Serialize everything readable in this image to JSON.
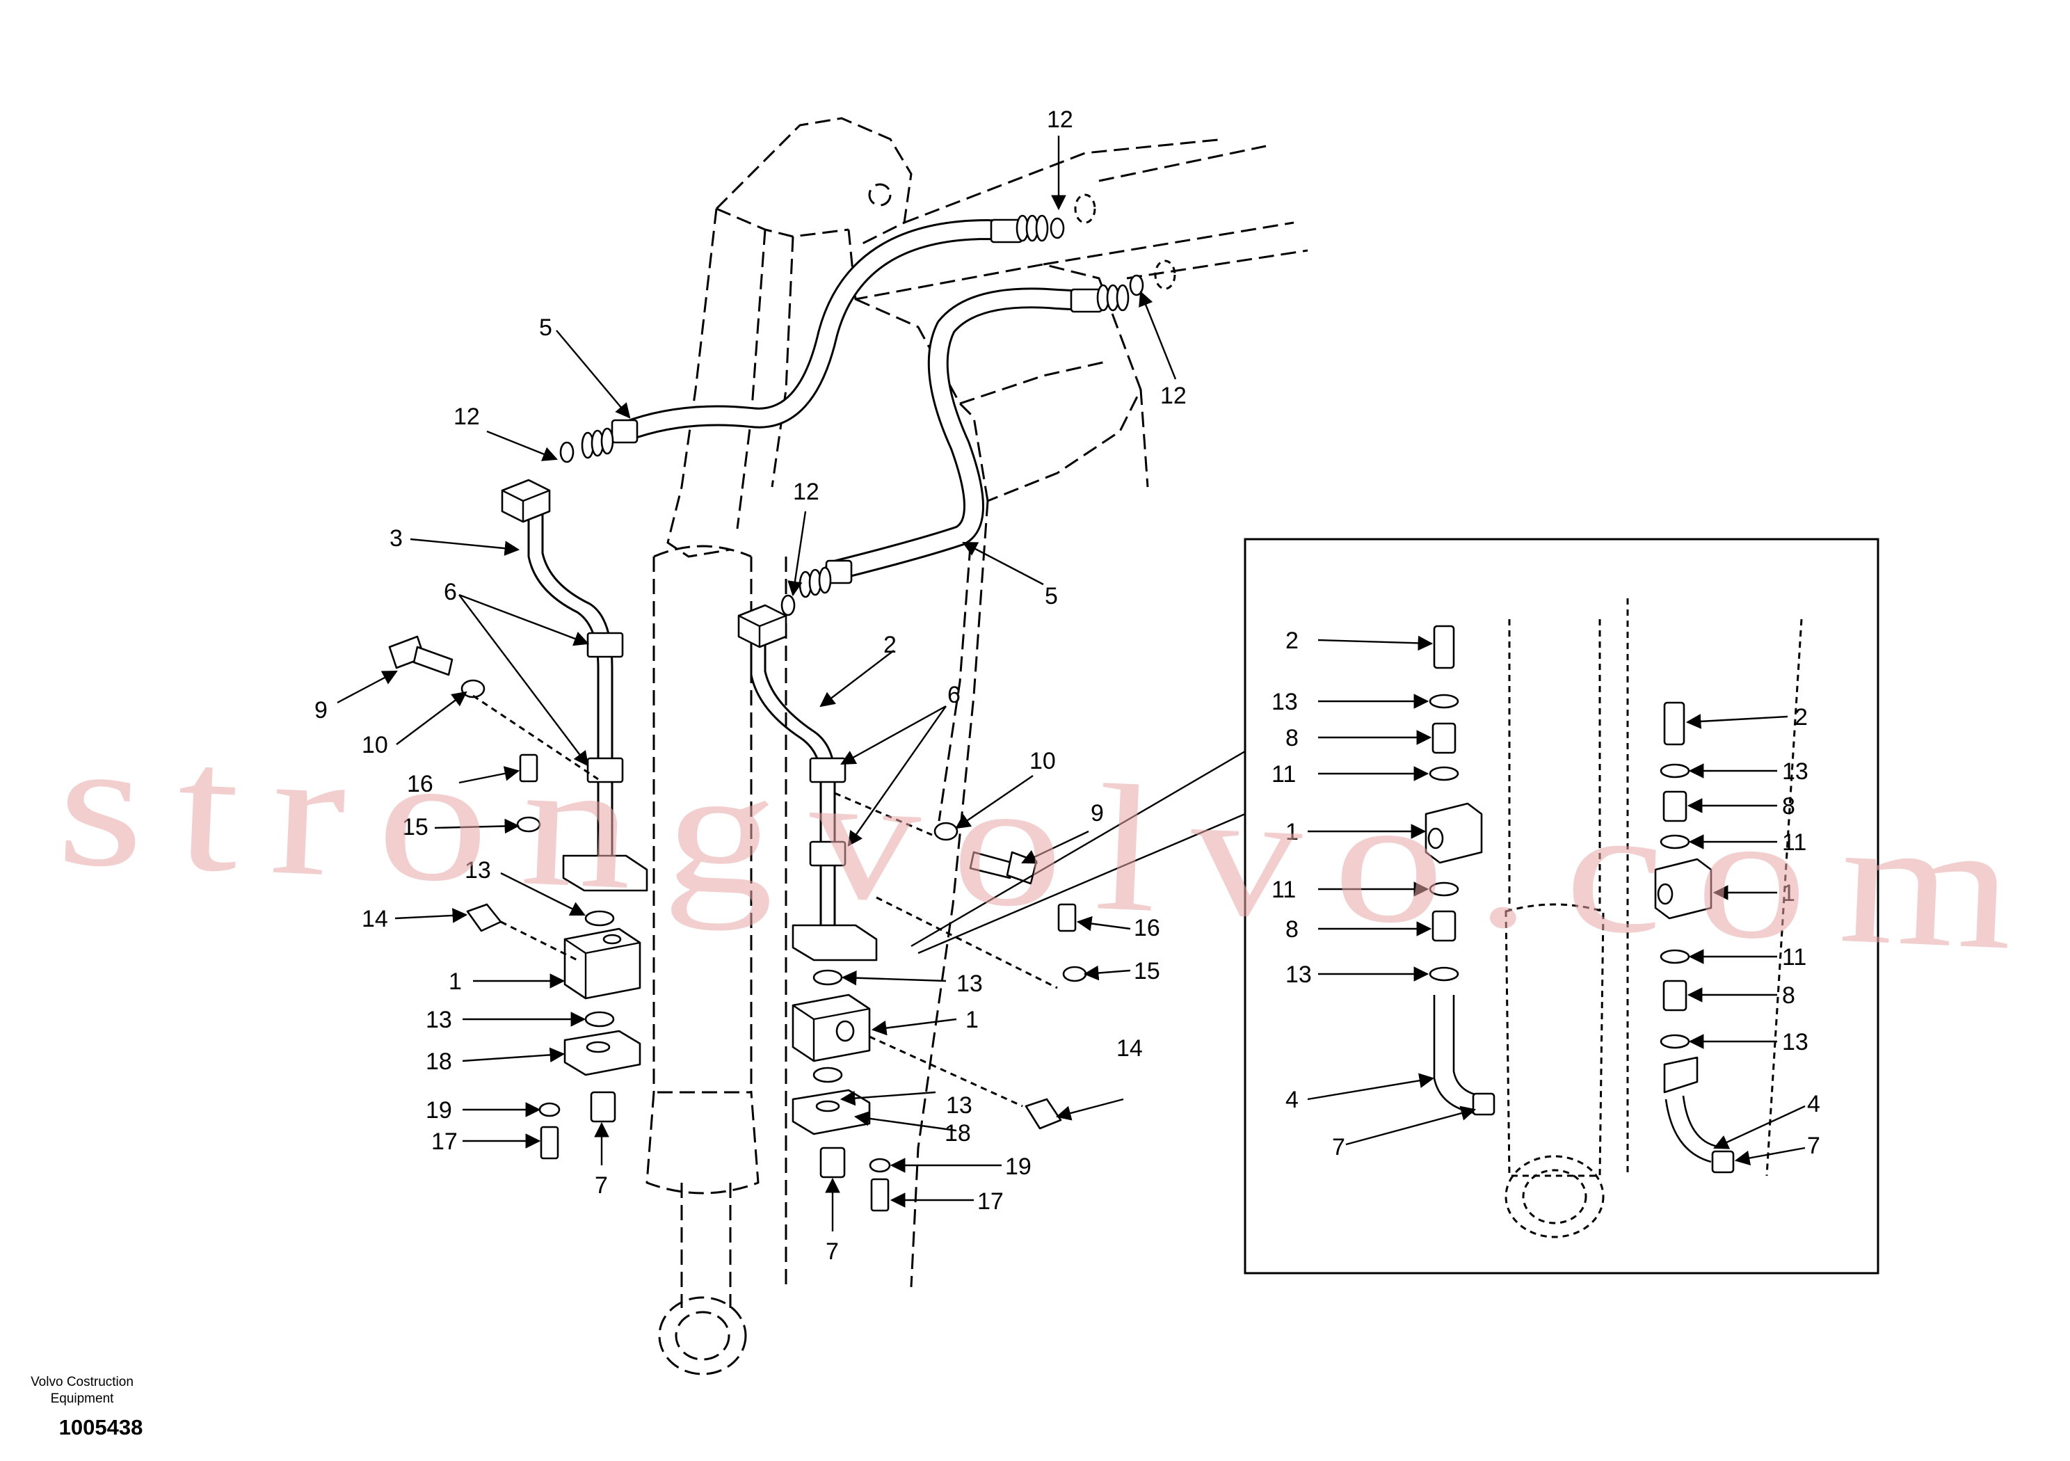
{
  "brand": {
    "line1": "Volvo Costruction",
    "line2": "Equipment",
    "doc_number": "1005438"
  },
  "watermark": "strongvolvo.com",
  "callouts_main": {
    "c12a": "12",
    "c12b": "12",
    "c12c": "12",
    "c12d": "12",
    "c5a": "5",
    "c5b": "5",
    "c3": "3",
    "c2": "2",
    "c6a": "6",
    "c6b": "6",
    "c9a": "9",
    "c9b": "9",
    "c10a": "10",
    "c10b": "10",
    "c16a": "16",
    "c16b": "16",
    "c15a": "15",
    "c15b": "15",
    "c13a": "13",
    "c13b": "13",
    "c13c": "13",
    "c13d": "13",
    "c14a": "14",
    "c14b": "14",
    "c1a": "1",
    "c1b": "1",
    "c18a": "18",
    "c18b": "18",
    "c19a": "19",
    "c19b": "19",
    "c17a": "17",
    "c17b": "17",
    "c7a": "7",
    "c7b": "7"
  },
  "callouts_inset_left": [
    "2",
    "13",
    "8",
    "11",
    "1",
    "11",
    "8",
    "13",
    "4",
    "7"
  ],
  "callouts_inset_right": [
    "2",
    "13",
    "8",
    "11",
    "1",
    "11",
    "8",
    "13",
    "4",
    "7"
  ]
}
